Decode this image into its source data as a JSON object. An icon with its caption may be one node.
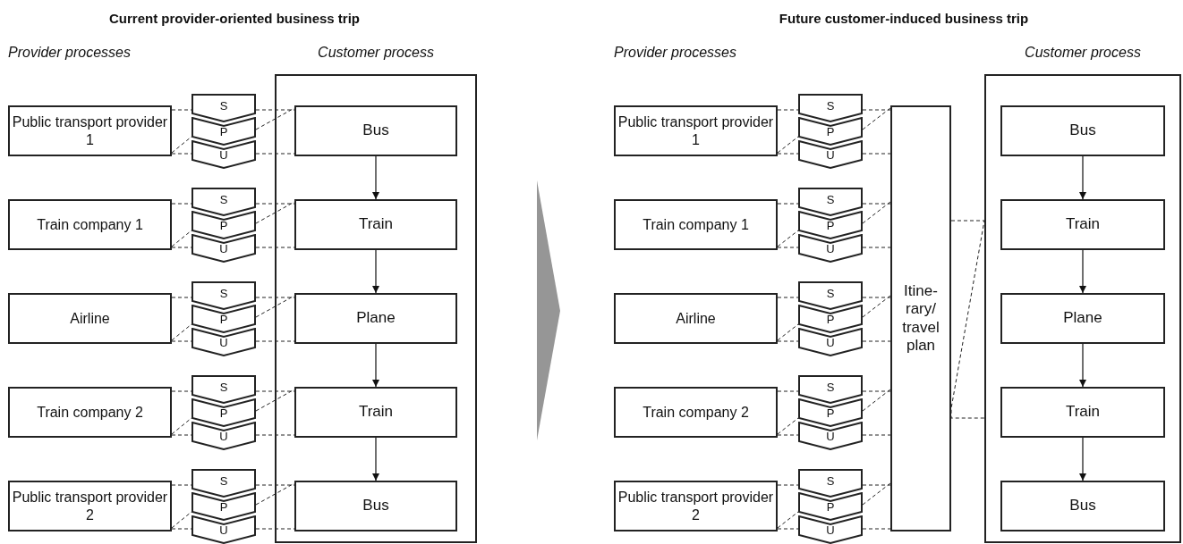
{
  "diagram": {
    "nodes": [
      {
        "text": [
          "Customer process"
        ]
      },
      {
        "text": [
          "Bus"
        ],
        "in": 0
      },
      {
        "text": [
          "Train"
        ],
        "in": 0
      },
      {
        "text": [
          "Plane"
        ],
        "in": 0
      },
      {
        "text": [
          "Train"
        ],
        "in": 0
      },
      {
        "text": [
          "Bus"
        ],
        "in": 0
      },
      {
        "text": [
          "Public transport provider 1"
        ]
      },
      {
        "text": [
          "S"
        ]
      },
      {
        "text": [
          "P"
        ]
      },
      {
        "text": [
          "U"
        ]
      },
      {
        "text": [
          "Train company 1"
        ]
      },
      {
        "text": [
          "S"
        ]
      },
      {
        "text": [
          "P"
        ]
      },
      {
        "text": [
          "U"
        ]
      },
      {
        "text": [
          "Airline"
        ]
      },
      {
        "text": [
          "S"
        ]
      },
      {
        "text": [
          "P"
        ]
      },
      {
        "text": [
          "U"
        ]
      },
      {
        "text": [
          "Train company 2"
        ]
      },
      {
        "text": [
          "S"
        ]
      },
      {
        "text": [
          "P"
        ]
      },
      {
        "text": [
          "U"
        ]
      },
      {
        "text": [
          "Public transport provider 2"
        ]
      },
      {
        "text": [
          "S"
        ]
      },
      {
        "text": [
          "P"
        ]
      },
      {
        "text": [
          "U"
        ]
      },
      {
        "text": [
          "Customer process"
        ]
      },
      {
        "text": [
          "Bus"
        ],
        "in": 26
      },
      {
        "text": [
          "Train"
        ],
        "in": 26
      },
      {
        "text": [
          "Plane"
        ],
        "in": 26
      },
      {
        "text": [
          "Train"
        ],
        "in": 26
      },
      {
        "text": [
          "Bus"
        ],
        "in": 26
      },
      {
        "text": [
          "Itine- rary/ travel plan"
        ]
      },
      {
        "text": [
          "Public transport provider 1"
        ]
      },
      {
        "text": [
          "S"
        ]
      },
      {
        "text": [
          "P"
        ]
      },
      {
        "text": [
          "U"
        ]
      },
      {
        "text": [
          "Train company 1"
        ]
      },
      {
        "text": [
          "S"
        ]
      },
      {
        "text": [
          "P"
        ]
      },
      {
        "text": [
          "U"
        ]
      },
      {
        "text": [
          "Airline"
        ]
      },
      {
        "text": [
          "S"
        ]
      },
      {
        "text": [
          "P"
        ]
      },
      {
        "text": [
          "U"
        ]
      },
      {
        "text": [
          "Train company 2"
        ]
      },
      {
        "text": [
          "S"
        ]
      },
      {
        "text": [
          "P"
        ]
      },
      {
        "text": [
          "U"
        ]
      },
      {
        "text": [
          "Public transport provider 2"
        ]
      },
      {
        "text": [
          "S"
        ]
      },
      {
        "text": [
          "P"
        ]
      },
      {
        "text": [
          "U"
        ]
      }
    ],
    "edges": [
      {
        "from": 6,
        "to": 7,
        "arrow": "none",
        "style": "dashed"
      },
      {
        "from": 6,
        "to": 8,
        "arrow": "none",
        "style": "dashed"
      },
      {
        "from": 6,
        "to": 9,
        "arrow": "none",
        "style": "dashed"
      },
      {
        "from": 7,
        "to": 1,
        "arrow": "none",
        "style": "dashed"
      },
      {
        "from": 8,
        "to": 1,
        "arrow": "none",
        "style": "dashed"
      },
      {
        "from": 9,
        "to": 1,
        "arrow": "none",
        "style": "dashed"
      },
      {
        "from": 10,
        "to": 11,
        "arrow": "none",
        "style": "dashed"
      },
      {
        "from": 10,
        "to": 12,
        "arrow": "none",
        "style": "dashed"
      },
      {
        "from": 10,
        "to": 13,
        "arrow": "none",
        "style": "dashed"
      },
      {
        "from": 11,
        "to": 2,
        "arrow": "none",
        "style": "dashed"
      },
      {
        "from": 12,
        "to": 2,
        "arrow": "none",
        "style": "dashed"
      },
      {
        "from": 13,
        "to": 2,
        "arrow": "none",
        "style": "dashed"
      },
      {
        "from": 14,
        "to": 15,
        "arrow": "none",
        "style": "dashed"
      },
      {
        "from": 14,
        "to": 16,
        "arrow": "none",
        "style": "dashed"
      },
      {
        "from": 14,
        "to": 17,
        "arrow": "none",
        "style": "dashed"
      },
      {
        "from": 15,
        "to": 3,
        "arrow": "none",
        "style": "dashed"
      },
      {
        "from": 16,
        "to": 3,
        "arrow": "none",
        "style": "dashed"
      },
      {
        "from": 17,
        "to": 3,
        "arrow": "none",
        "style": "dashed"
      },
      {
        "from": 18,
        "to": 19,
        "arrow": "none",
        "style": "dashed"
      },
      {
        "from": 18,
        "to": 20,
        "arrow": "none",
        "style": "dashed"
      },
      {
        "from": 18,
        "to": 21,
        "arrow": "none",
        "style": "dashed"
      },
      {
        "from": 19,
        "to": 4,
        "arrow": "none",
        "style": "dashed"
      },
      {
        "from": 20,
        "to": 4,
        "arrow": "none",
        "style": "dashed"
      },
      {
        "from": 21,
        "to": 4,
        "arrow": "none",
        "style": "dashed"
      },
      {
        "from": 22,
        "to": 23,
        "arrow": "none",
        "style": "dashed"
      },
      {
        "from": 22,
        "to": 24,
        "arrow": "none",
        "style": "dashed"
      },
      {
        "from": 22,
        "to": 25,
        "arrow": "none",
        "style": "dashed"
      },
      {
        "from": 23,
        "to": 5,
        "arrow": "none",
        "style": "dashed"
      },
      {
        "from": 24,
        "to": 5,
        "arrow": "none",
        "style": "dashed"
      },
      {
        "from": 25,
        "to": 5,
        "arrow": "none",
        "style": "dashed"
      },
      {
        "from": 1,
        "to": 2,
        "arrow": "to"
      },
      {
        "from": 2,
        "to": 3,
        "arrow": "to"
      },
      {
        "from": 3,
        "to": 4,
        "arrow": "to"
      },
      {
        "from": 4,
        "to": 5,
        "arrow": "to"
      },
      {
        "from": 33,
        "to": 34,
        "arrow": "none",
        "style": "dashed"
      },
      {
        "from": 33,
        "to": 35,
        "arrow": "none",
        "style": "dashed"
      },
      {
        "from": 33,
        "to": 36,
        "arrow": "none",
        "style": "dashed"
      },
      {
        "from": 34,
        "to": 32,
        "arrow": "none",
        "style": "dashed"
      },
      {
        "from": 35,
        "to": 32,
        "arrow": "none",
        "style": "dashed"
      },
      {
        "from": 36,
        "to": 32,
        "arrow": "none",
        "style": "dashed"
      },
      {
        "from": 37,
        "to": 38,
        "arrow": "none",
        "style": "dashed"
      },
      {
        "from": 37,
        "to": 39,
        "arrow": "none",
        "style": "dashed"
      },
      {
        "from": 37,
        "to": 40,
        "arrow": "none",
        "style": "dashed"
      },
      {
        "from": 38,
        "to": 32,
        "arrow": "none",
        "style": "dashed"
      },
      {
        "from": 39,
        "to": 32,
        "arrow": "none",
        "style": "dashed"
      },
      {
        "from": 40,
        "to": 32,
        "arrow": "none",
        "style": "dashed"
      },
      {
        "from": 41,
        "to": 42,
        "arrow": "none",
        "style": "dashed"
      },
      {
        "from": 41,
        "to": 43,
        "arrow": "none",
        "style": "dashed"
      },
      {
        "from": 41,
        "to": 44,
        "arrow": "none",
        "style": "dashed"
      },
      {
        "from": 42,
        "to": 32,
        "arrow": "none",
        "style": "dashed"
      },
      {
        "from": 43,
        "to": 32,
        "arrow": "none",
        "style": "dashed"
      },
      {
        "from": 44,
        "to": 32,
        "arrow": "none",
        "style": "dashed"
      },
      {
        "from": 45,
        "to": 46,
        "arrow": "none",
        "style": "dashed"
      },
      {
        "from": 45,
        "to": 47,
        "arrow": "none",
        "style": "dashed"
      },
      {
        "from": 45,
        "to": 48,
        "arrow": "none",
        "style": "dashed"
      },
      {
        "from": 46,
        "to": 32,
        "arrow": "none",
        "style": "dashed"
      },
      {
        "from": 47,
        "to": 32,
        "arrow": "none",
        "style": "dashed"
      },
      {
        "from": 48,
        "to": 32,
        "arrow": "none",
        "style": "dashed"
      },
      {
        "from": 49,
        "to": 50,
        "arrow": "none",
        "style": "dashed"
      },
      {
        "from": 49,
        "to": 51,
        "arrow": "none",
        "style": "dashed"
      },
      {
        "from": 49,
        "to": 52,
        "arrow": "none",
        "style": "dashed"
      },
      {
        "from": 50,
        "to": 32,
        "arrow": "none",
        "style": "dashed"
      },
      {
        "from": 51,
        "to": 32,
        "arrow": "none",
        "style": "dashed"
      },
      {
        "from": 52,
        "to": 32,
        "arrow": "none",
        "style": "dashed"
      },
      {
        "from": 32,
        "to": 26,
        "arrow": "none",
        "style": "dashed"
      },
      {
        "from": 27,
        "to": 28,
        "arrow": "to"
      },
      {
        "from": 28,
        "to": 29,
        "arrow": "to"
      },
      {
        "from": 29,
        "to": 30,
        "arrow": "to"
      },
      {
        "from": 30,
        "to": 31,
        "arrow": "to"
      }
    ],
    "labels": [
      "Current provider-oriented business trip",
      "Provider processes",
      "Future customer-induced business trip",
      "Provider processes"
    ]
  }
}
